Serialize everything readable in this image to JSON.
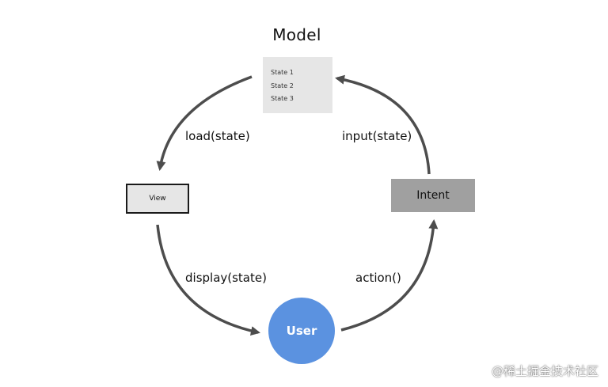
{
  "model": {
    "title": "Model",
    "states": [
      "State 1",
      "State 2",
      "State 3"
    ]
  },
  "view": {
    "label": "View"
  },
  "intent": {
    "label": "Intent"
  },
  "user": {
    "label": "User"
  },
  "edges": {
    "load": "load(state)",
    "input": "input(state)",
    "display": "display(state)",
    "action": "action()"
  },
  "watermark": {
    "text": "@稀土掘金技术社区"
  },
  "colors": {
    "arrow": "#4d4d4d",
    "user_fill": "#5b92e0",
    "intent_fill": "#a0a0a0",
    "box_fill": "#e6e6e6"
  }
}
